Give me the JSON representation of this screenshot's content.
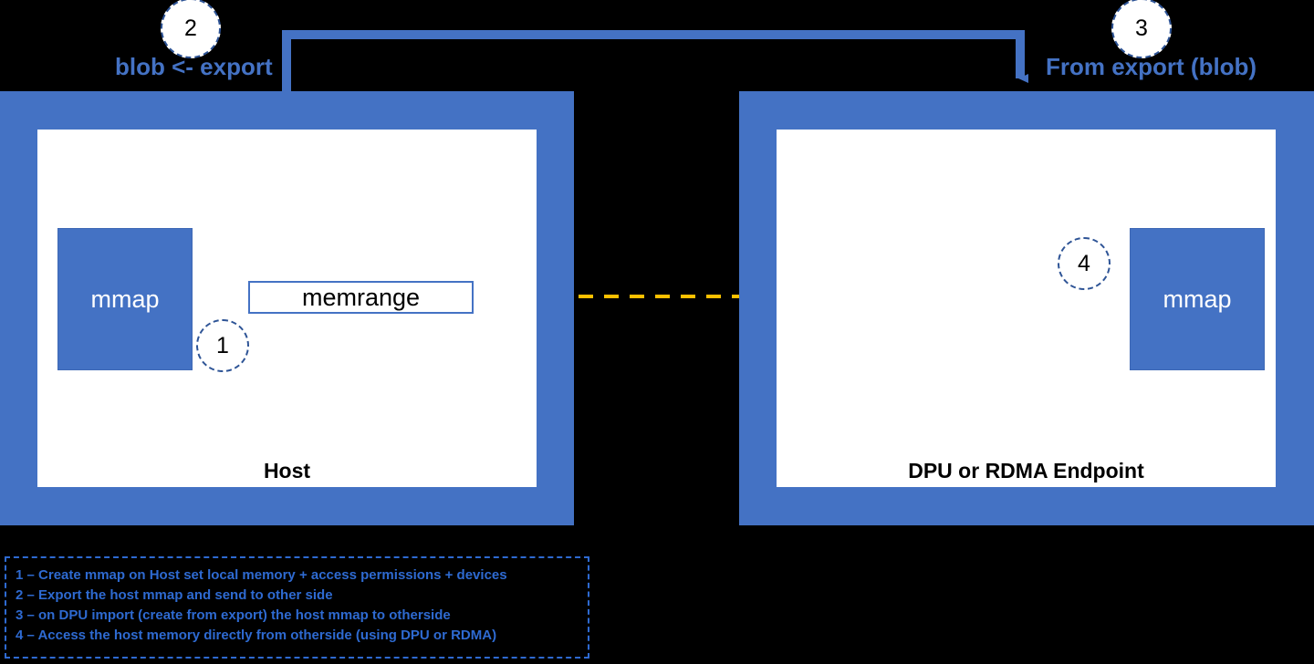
{
  "diagram": {
    "title": "Host to DPU/RDMA Endpoint memory export diagram",
    "background_color": "#000000",
    "accent_blue": "#4472C4",
    "accent_orange": "#FFC000",
    "dash_navy": "#2E5496"
  },
  "panels": {
    "left": {
      "title": "Host",
      "blocks": {
        "mmap_label": "mmap",
        "memrange_label": "memrange"
      },
      "step_marker": "1"
    },
    "right": {
      "title": "DPU or RDMA Endpoint",
      "blocks": {
        "mmap_label": "mmap"
      },
      "step_marker": "4"
    }
  },
  "top_flow": {
    "export_label": "blob <- export",
    "export_marker": "2",
    "import_label": "From export (blob)",
    "import_marker": "3"
  },
  "legend": {
    "lines": [
      "1 – Create mmap on Host set local memory + access permissions + devices",
      "2 – Export the host mmap and send to other side",
      "3 – on DPU import (create from export) the host mmap to otherside",
      "4 – Access the host memory directly from otherside (using DPU or RDMA)"
    ]
  }
}
